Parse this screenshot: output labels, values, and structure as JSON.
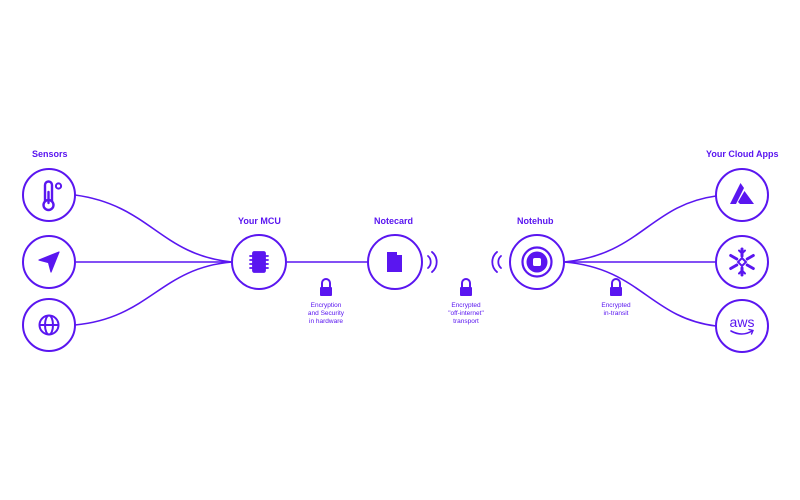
{
  "colors": {
    "accent": "#5a16f0",
    "background": "#ffffff"
  },
  "labels": {
    "sensors": "Sensors",
    "mcu": "Your MCU",
    "notecard": "Notecard",
    "notehub": "Notehub",
    "cloud": "Your Cloud Apps"
  },
  "notes": {
    "hardware": "Encryption\nand Security\nin hardware",
    "transport": "Encrypted\n\"off-internet\"\ntransport",
    "transit": "Encrypted\nin-transit"
  },
  "nodes": {
    "sensors": [
      "thermometer-icon",
      "navigation-arrow-icon",
      "globe-icon"
    ],
    "mcu": "microchip-icon",
    "notecard": "notecard-icon",
    "notehub": "notehub-icon",
    "cloud": [
      "azure-logo-icon",
      "snowflake-logo-icon",
      "aws-logo-icon"
    ]
  },
  "logo_text": {
    "aws": "aws"
  }
}
